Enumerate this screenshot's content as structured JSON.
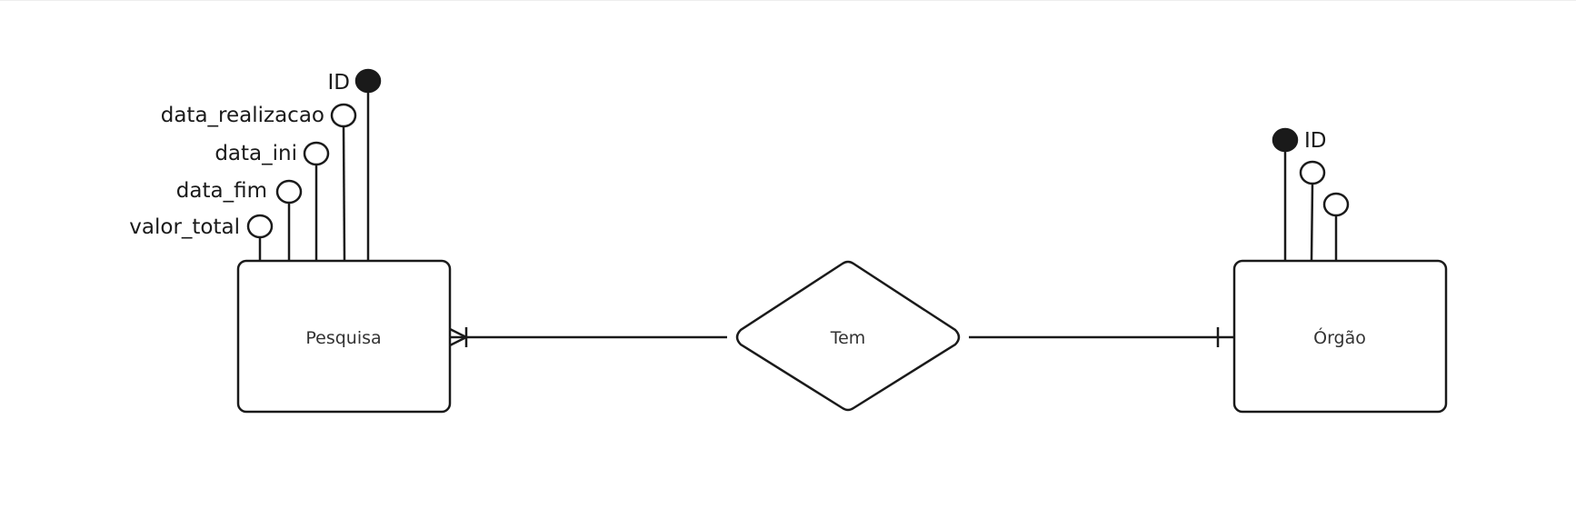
{
  "entities": {
    "pesquisa": {
      "label": "Pesquisa"
    },
    "orgao": {
      "label": "Órgão"
    }
  },
  "relationship": {
    "label": "Tem"
  },
  "attributes": {
    "pesquisa": [
      {
        "label": "ID",
        "key": true
      },
      {
        "label": "data_realizacao",
        "key": false
      },
      {
        "label": "data_ini",
        "key": false
      },
      {
        "label": "data_fim",
        "key": false
      },
      {
        "label": "valor_total",
        "key": false
      }
    ],
    "orgao": [
      {
        "label": "ID",
        "key": true
      },
      {
        "label": "",
        "key": false
      },
      {
        "label": "",
        "key": false
      }
    ]
  },
  "cardinality": {
    "pesquisa_side": "one-or-many",
    "orgao_side": "one"
  },
  "colors": {
    "stroke": "#1a1a1a",
    "background": "#ffffff"
  }
}
